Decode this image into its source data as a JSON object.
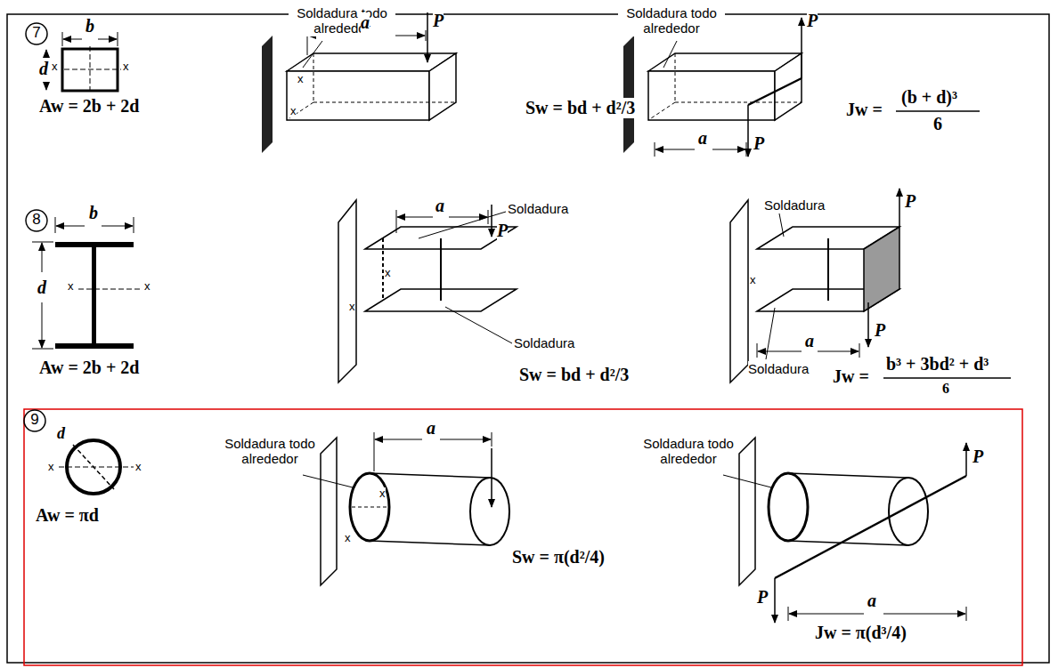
{
  "diagram": {
    "labels": [
      "7",
      "b",
      "d",
      "x",
      "x",
      "Aw = 2b + 2d",
      "Soldadura todo alrededor",
      "a",
      "P",
      "x",
      "x",
      "Sw = bd + d²/3",
      "Soldadura todo alrededor",
      "P",
      "P",
      "a",
      "Jw =",
      "(b + d)³",
      "6",
      "8",
      "b",
      "d",
      "x",
      "x",
      "Aw = 2b + 2d",
      "a",
      "Soldadura",
      "P",
      "x",
      "x",
      "Soldadura",
      "Sw = bd + d²/3",
      "Soldadura",
      "P",
      "x",
      "P",
      "Soldadura",
      "a",
      "Jw =",
      "b³ + 3bd² + d³",
      "6",
      "9",
      "d",
      "x",
      "x",
      "Aw = πd",
      "Soldadura todo alrededor",
      "a",
      "x",
      "x",
      "Sw = π(d²/4)",
      "Soldadura todo alrededor",
      "P",
      "P",
      "a",
      "Jw = π(d³/4)"
    ]
  }
}
